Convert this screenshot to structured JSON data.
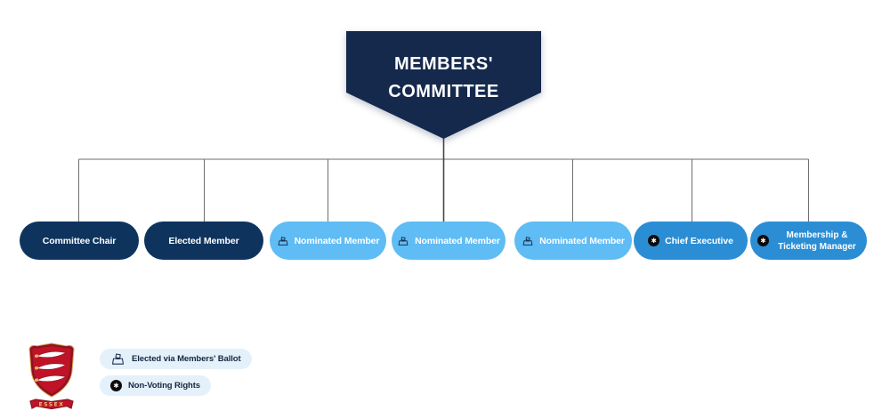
{
  "banner": {
    "title_line1": "MEMBERS'",
    "title_line2": "COMMITTEE"
  },
  "org": {
    "pills": [
      {
        "label": "Committee Chair",
        "variant": "navy",
        "icon": "none"
      },
      {
        "label": "Elected Member",
        "variant": "navy",
        "icon": "none"
      },
      {
        "label": "Nominated Member",
        "variant": "light-blue",
        "icon": "ballot-box"
      },
      {
        "label": "Nominated Member",
        "variant": "light-blue",
        "icon": "ballot-box"
      },
      {
        "label": "Nominated Member",
        "variant": "light-blue",
        "icon": "ballot-box"
      },
      {
        "label": "Chief Executive",
        "variant": "medium-blue",
        "icon": "asterisk"
      },
      {
        "label": "Membership & Ticketing Manager",
        "variant": "medium-blue",
        "icon": "asterisk"
      }
    ]
  },
  "legend": {
    "items": [
      {
        "icon": "ballot-box-icon",
        "label": "Elected via Members' Ballot"
      },
      {
        "icon": "asterisk-icon",
        "label": "Non-Voting Rights"
      }
    ]
  },
  "logo": {
    "text": "ESSEX"
  },
  "icons": {
    "asterisk_glyph": "✱"
  },
  "colors": {
    "banner_navy": "#15294d",
    "pill_navy": "#0e345e",
    "pill_light_blue": "#5fbcf4",
    "pill_medium_blue": "#2b8dd4",
    "legend_background": "#e4f1fb",
    "crest_red": "#c01328",
    "crest_gold": "#d9a64e"
  }
}
